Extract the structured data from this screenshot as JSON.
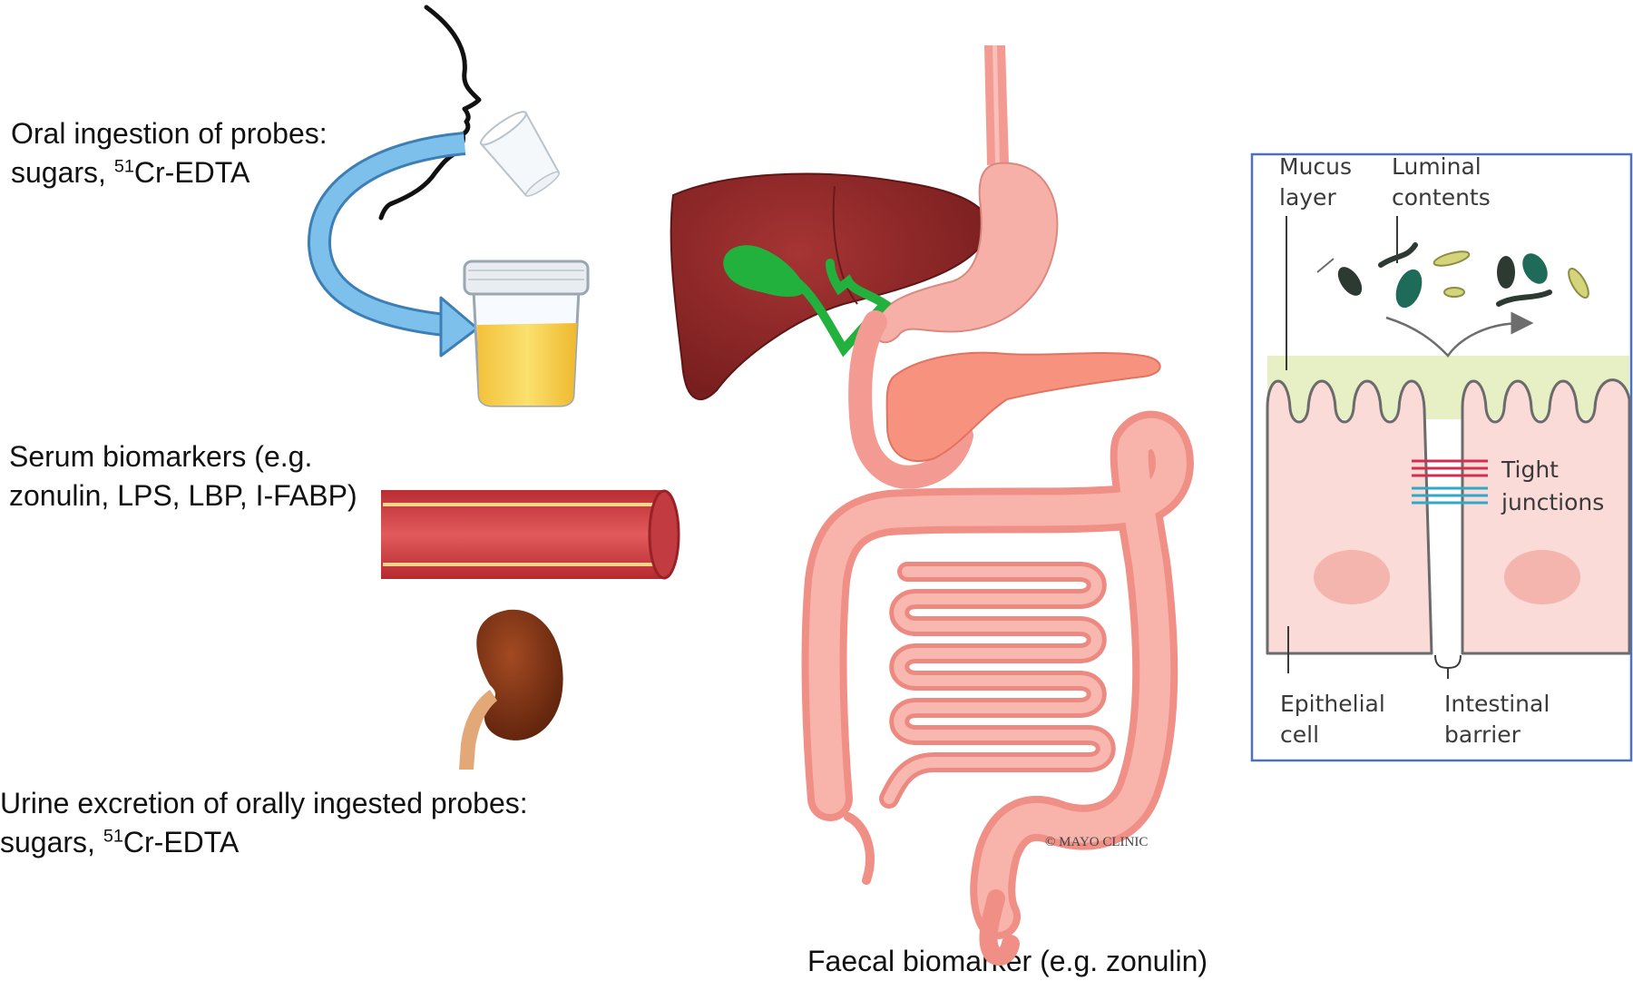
{
  "labels": {
    "oral_line1": "Oral ingestion of probes:",
    "oral_line2_prefix": "sugars, ",
    "oral_sup": "51",
    "oral_line2_suffix": "Cr-EDTA",
    "serum_line1": "Serum biomarkers (e.g.",
    "serum_line2": "zonulin, LPS, LBP, I-FABP)",
    "urine_line1": "Urine excretion of orally ingested probes:",
    "urine_line2_prefix": "sugars, ",
    "urine_sup": "51",
    "urine_line2_suffix": "Cr-EDTA",
    "faecal": "Faecal biomarker (e.g. zonulin)",
    "copyright": "© MAYO CLINIC"
  },
  "inset": {
    "mucus_1": "Mucus",
    "mucus_2": "layer",
    "luminal_1": "Luminal",
    "luminal_2": "contents",
    "tight_1": "Tight",
    "tight_2": "junctions",
    "epi_1": "Epithelial",
    "epi_2": "cell",
    "barrier_1": "Intestinal",
    "barrier_2": "barrier"
  },
  "icons": [
    "face-profile-icon",
    "cup-icon",
    "arrow-icon",
    "urine-container-icon",
    "blood-vessel-icon",
    "kidney-icon",
    "digestive-tract-icon",
    "bacteria-icon"
  ],
  "colors": {
    "arrow": "#6fb0e0",
    "liver": "#8b2626",
    "gallbladder": "#1fb03a",
    "gut": "#f4a49a",
    "vessel": "#d9484c",
    "kidney": "#7a3316",
    "urine": "#f7d04a",
    "inset_border": "#4a70c4",
    "tight_red": "#d03050",
    "tight_blue": "#30a8c8"
  }
}
